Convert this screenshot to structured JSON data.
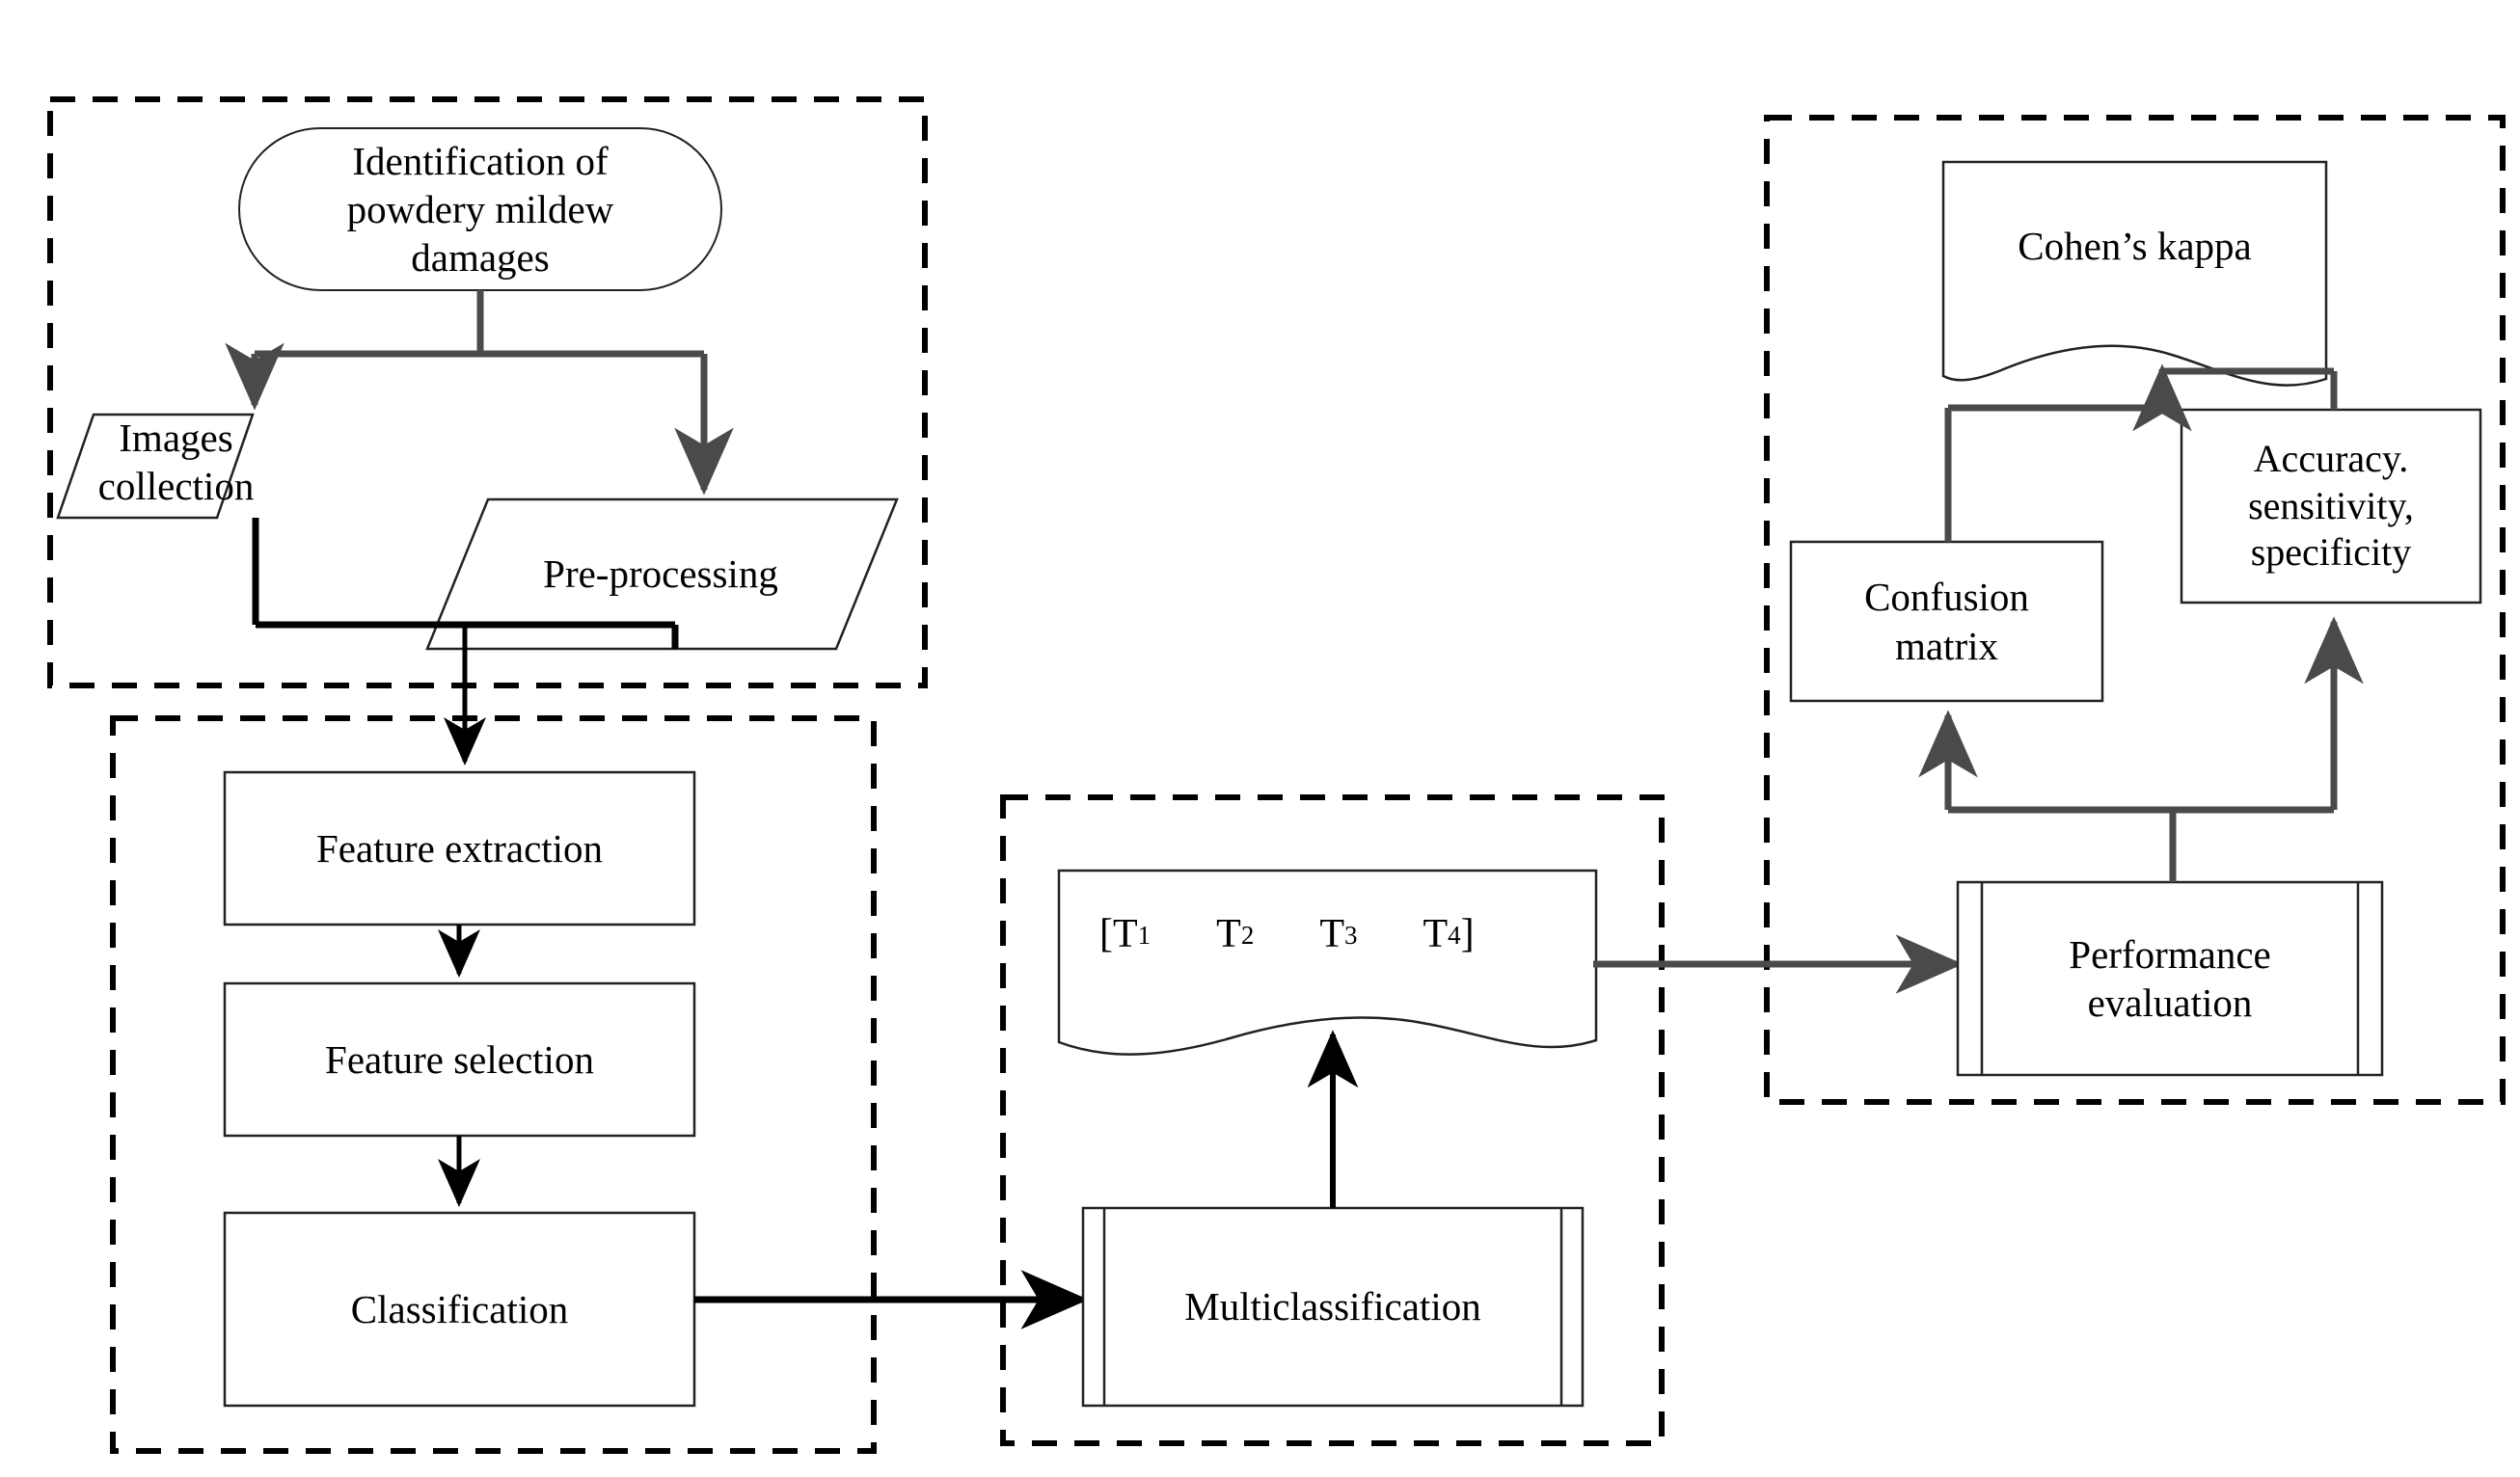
{
  "diagram": {
    "title_present": false,
    "type": "flowchart",
    "groups": [
      {
        "id": "acquisition",
        "style": "dashed-container"
      },
      {
        "id": "processing",
        "style": "dashed-container"
      },
      {
        "id": "multiclassification",
        "style": "dashed-container"
      },
      {
        "id": "evaluation",
        "style": "dashed-container"
      }
    ]
  },
  "nodes": {
    "start": {
      "label": "Identification of\npowdery mildew\ndamages",
      "shape": "terminator-rounded"
    },
    "images_collection": {
      "label": "Images\ncollection",
      "shape": "parallelogram-data"
    },
    "preprocessing": {
      "label": "Pre-processing",
      "shape": "parallelogram-data"
    },
    "feature_extraction": {
      "label": "Feature extraction",
      "shape": "rectangle-process"
    },
    "feature_selection": {
      "label": "Feature selection",
      "shape": "rectangle-process"
    },
    "classification": {
      "label": "Classification",
      "shape": "rectangle-process"
    },
    "multiclassification": {
      "label": "Multiclassification",
      "shape": "predefined-process"
    },
    "tensor_output": {
      "prefix": "[",
      "items": [
        {
          "base": "T",
          "sub": "1"
        },
        {
          "base": "T",
          "sub": "2"
        },
        {
          "base": "T",
          "sub": "3"
        },
        {
          "base": "T",
          "sub": "4"
        }
      ],
      "suffix": "]",
      "shape": "document-wavy"
    },
    "performance_evaluation": {
      "label": "Performance\nevaluation",
      "shape": "predefined-process"
    },
    "confusion_matrix": {
      "label": "Confusion\nmatrix",
      "shape": "rectangle-process"
    },
    "metrics": {
      "label": "Accuracy.\nsensitivity,\nspecificity",
      "shape": "rectangle-process"
    },
    "cohens_kappa": {
      "label": "Cohen’s kappa",
      "shape": "document-wavy"
    }
  },
  "edges": [
    {
      "from": "start",
      "to": "images_collection",
      "style": "elbow-arrow"
    },
    {
      "from": "start",
      "to": "preprocessing",
      "style": "elbow-arrow"
    },
    {
      "from": "images_collection",
      "to": "feature_extraction",
      "style": "merge-arrow"
    },
    {
      "from": "preprocessing",
      "to": "feature_extraction",
      "style": "merge-arrow"
    },
    {
      "from": "feature_extraction",
      "to": "feature_selection",
      "style": "straight-arrow"
    },
    {
      "from": "feature_selection",
      "to": "classification",
      "style": "straight-arrow"
    },
    {
      "from": "classification",
      "to": "multiclassification",
      "style": "straight-arrow"
    },
    {
      "from": "multiclassification",
      "to": "tensor_output",
      "style": "straight-arrow"
    },
    {
      "from": "tensor_output",
      "to": "performance_evaluation",
      "style": "straight-arrow"
    },
    {
      "from": "performance_evaluation",
      "to": "confusion_matrix",
      "style": "elbow-arrow"
    },
    {
      "from": "performance_evaluation",
      "to": "metrics",
      "style": "elbow-arrow"
    },
    {
      "from": "confusion_matrix",
      "to": "cohens_kappa",
      "style": "elbow-arrow"
    },
    {
      "from": "metrics",
      "to": "cohens_kappa",
      "style": "elbow-arrow"
    }
  ],
  "colors": {
    "background": "#ffffff",
    "stroke": "#000000",
    "connector_gray": "#4a4a4a",
    "dashed_border": "#000000",
    "text": "#000000"
  }
}
